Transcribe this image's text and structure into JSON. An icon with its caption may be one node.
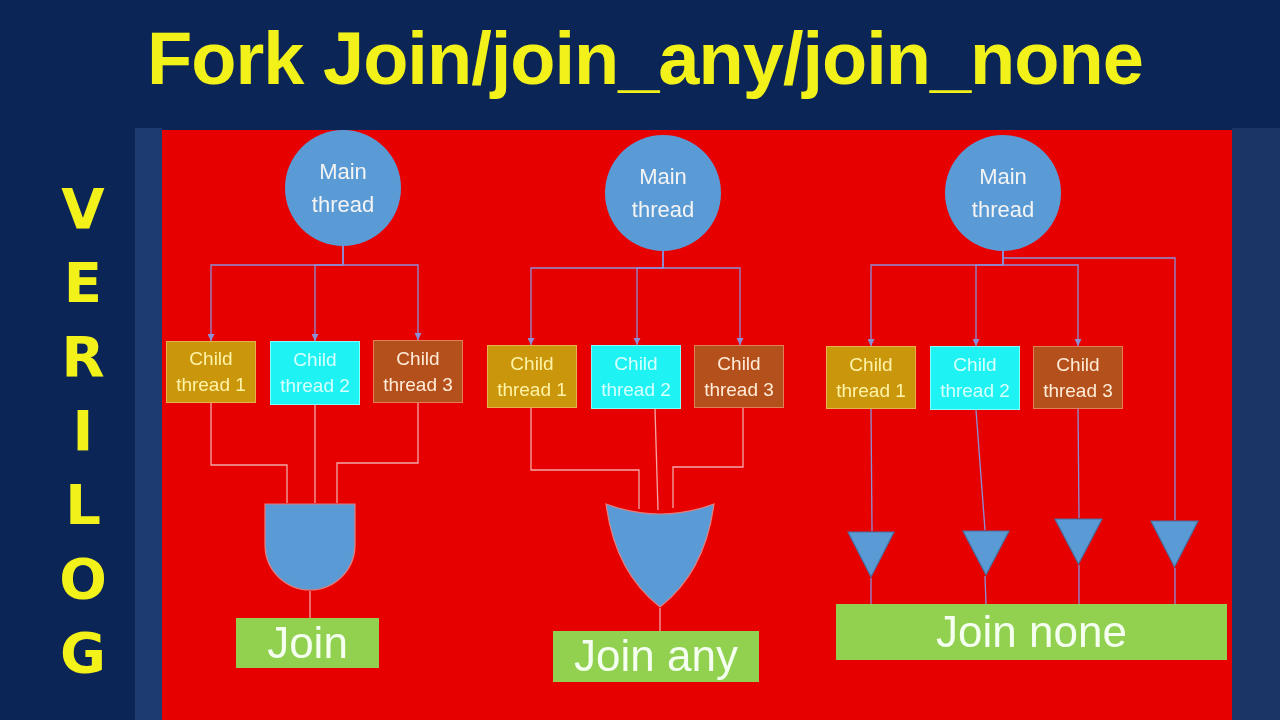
{
  "diagram": {
    "title": "Fork Join/join_any/join_none",
    "nodes": [
      {
        "text": [
          "Main thread"
        ]
      },
      {
        "text": [
          "Child thread 1"
        ]
      },
      {
        "text": [
          "Child thread 2"
        ]
      },
      {
        "text": [
          "Child thread 3"
        ]
      },
      {
        "text": [],
        "shape": "gate"
      },
      {
        "text": [
          "Join"
        ]
      },
      {
        "text": [
          "Main thread"
        ]
      },
      {
        "text": [
          "Child thread 1"
        ]
      },
      {
        "text": [
          "Child thread 2"
        ]
      },
      {
        "text": [
          "Child thread 3"
        ]
      },
      {
        "text": [],
        "shape": "gate"
      },
      {
        "text": [
          "Join any"
        ]
      },
      {
        "text": [
          "Main thread"
        ]
      },
      {
        "text": [
          "Child thread 1"
        ]
      },
      {
        "text": [
          "Child thread 2"
        ]
      },
      {
        "text": [
          "Child thread 3"
        ]
      },
      {
        "text": [],
        "shape": "triangle"
      },
      {
        "text": [],
        "shape": "triangle"
      },
      {
        "text": [],
        "shape": "triangle"
      },
      {
        "text": [],
        "shape": "triangle"
      },
      {
        "text": [
          "Join none"
        ]
      }
    ],
    "edges": [
      {
        "from": 0,
        "to": 1,
        "arrow": "to"
      },
      {
        "from": 0,
        "to": 2,
        "arrow": "to"
      },
      {
        "from": 0,
        "to": 3,
        "arrow": "to"
      },
      {
        "from": 1,
        "to": 4,
        "arrow": "none",
        "color": "#f4a6a6"
      },
      {
        "from": 2,
        "to": 4,
        "arrow": "none",
        "color": "#f4a6a6"
      },
      {
        "from": 3,
        "to": 4,
        "arrow": "none",
        "color": "#f4a6a6"
      },
      {
        "from": 4,
        "to": 5,
        "arrow": "none",
        "color": "#f4a6a6"
      },
      {
        "from": 6,
        "to": 7,
        "arrow": "to"
      },
      {
        "from": 6,
        "to": 8,
        "arrow": "to"
      },
      {
        "from": 6,
        "to": 9,
        "arrow": "to"
      },
      {
        "from": 7,
        "to": 10,
        "arrow": "none",
        "color": "#f4a6a6"
      },
      {
        "from": 8,
        "to": 10,
        "arrow": "none",
        "color": "#f4a6a6"
      },
      {
        "from": 9,
        "to": 10,
        "arrow": "none",
        "color": "#f4a6a6"
      },
      {
        "from": 10,
        "to": 11,
        "arrow": "none",
        "color": "#f4a6a6"
      },
      {
        "from": 12,
        "to": 13,
        "arrow": "to"
      },
      {
        "from": 12,
        "to": 14,
        "arrow": "to"
      },
      {
        "from": 12,
        "to": 15,
        "arrow": "to"
      },
      {
        "from": 12,
        "to": 19,
        "arrow": "none"
      },
      {
        "from": 13,
        "to": 16,
        "arrow": "none"
      },
      {
        "from": 14,
        "to": 17,
        "arrow": "none"
      },
      {
        "from": 15,
        "to": 18,
        "arrow": "none"
      },
      {
        "from": 16,
        "to": 20,
        "arrow": "none"
      },
      {
        "from": 17,
        "to": 20,
        "arrow": "none"
      },
      {
        "from": 18,
        "to": 20,
        "arrow": "none"
      },
      {
        "from": 19,
        "to": 20,
        "arrow": "none"
      }
    ],
    "labels": [
      "VERILOG"
    ]
  }
}
